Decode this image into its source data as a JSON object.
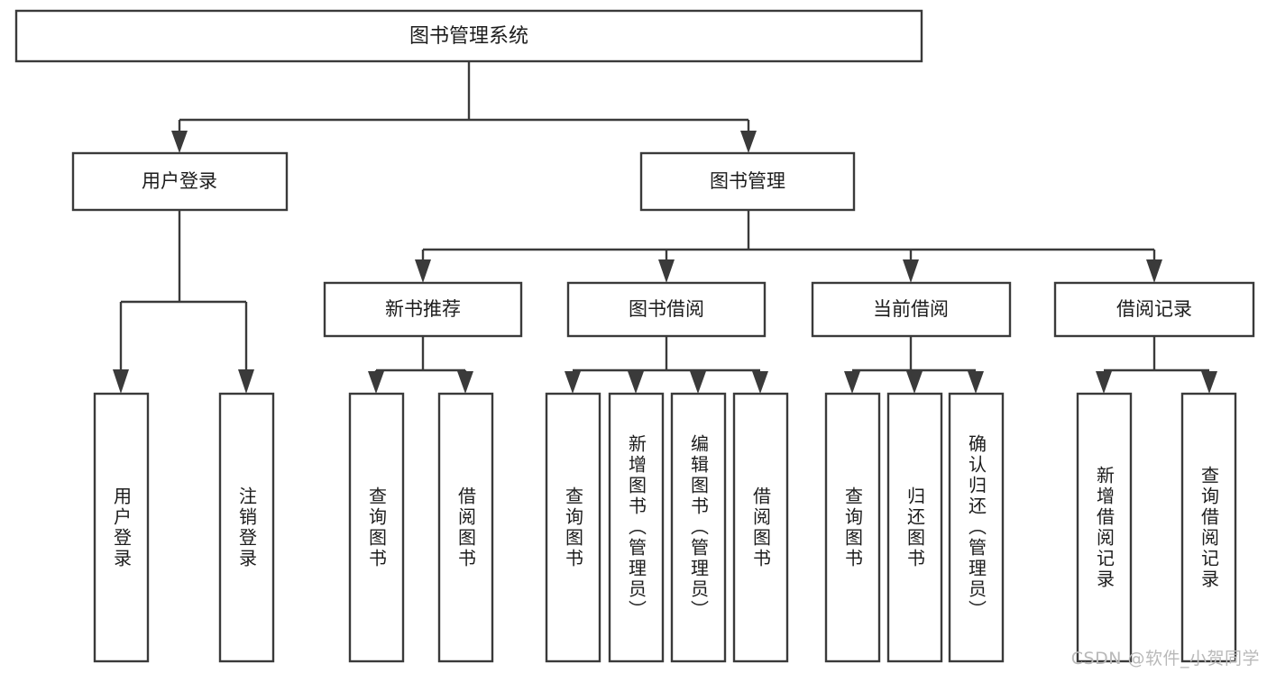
{
  "diagram": {
    "type": "tree-hierarchy-chart",
    "title": "图书管理系统",
    "watermark": "CSDN @软件_小贺同学",
    "colors": {
      "stroke": "#3a3a3a",
      "box_fill": "#ffffff",
      "text": "#1c1c1c",
      "background": "#ffffff",
      "watermark": "#b9b9b9"
    },
    "levels": {
      "root": {
        "label": "图书管理系统"
      },
      "level2": [
        {
          "label": "用户登录"
        },
        {
          "label": "图书管理"
        }
      ],
      "level3": [
        {
          "label": "新书推荐"
        },
        {
          "label": "图书借阅"
        },
        {
          "label": "当前借阅"
        },
        {
          "label": "借阅记录"
        }
      ]
    },
    "leaves": {
      "user_login": [
        {
          "label": "用户登录"
        },
        {
          "label": "注销登录"
        }
      ],
      "new_book_recommend": [
        {
          "label": "查询图书"
        },
        {
          "label": "借阅图书"
        }
      ],
      "book_borrow": [
        {
          "label": "查询图书"
        },
        {
          "label": "新增图书（管理员）"
        },
        {
          "label": "编辑图书（管理员）"
        },
        {
          "label": "借阅图书"
        }
      ],
      "current_borrow": [
        {
          "label": "查询图书"
        },
        {
          "label": "归还图书"
        },
        {
          "label": "确认归还（管理员）"
        }
      ],
      "borrow_record": [
        {
          "label": "新增借阅记录"
        },
        {
          "label": "查询借阅记录"
        }
      ]
    }
  }
}
